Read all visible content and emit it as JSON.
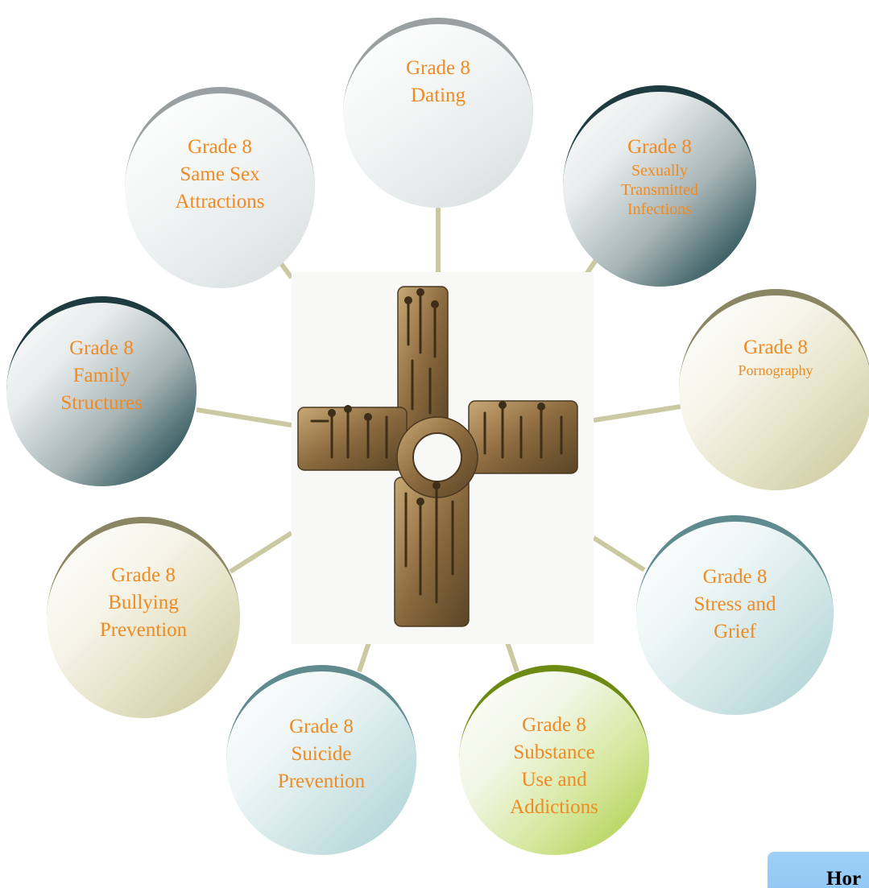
{
  "topics": [
    {
      "id": "dating",
      "grade": "Grade 8",
      "lines": [
        "Dating"
      ],
      "size": "normal",
      "style": "silver"
    },
    {
      "id": "sti",
      "grade": "Grade 8",
      "lines": [
        "Sexually",
        "Transmitted",
        "Infections"
      ],
      "size": "small",
      "style": "teal-dark"
    },
    {
      "id": "pornography",
      "grade": "Grade 8",
      "lines": [
        "Pornography"
      ],
      "size": "xs",
      "style": "olive"
    },
    {
      "id": "stress-grief",
      "grade": "Grade 8",
      "lines": [
        "Stress and",
        "Grief"
      ],
      "size": "normal",
      "style": "teal-light"
    },
    {
      "id": "substance-use",
      "grade": "Grade 8",
      "lines": [
        "Substance",
        "Use and",
        "Addictions"
      ],
      "size": "normal",
      "style": "green"
    },
    {
      "id": "suicide-prevention",
      "grade": "Grade 8",
      "lines": [
        "Suicide",
        "Prevention"
      ],
      "size": "normal",
      "style": "teal-light"
    },
    {
      "id": "bullying-prevention",
      "grade": "Grade 8",
      "lines": [
        "Bullying",
        "Prevention"
      ],
      "size": "normal",
      "style": "olive"
    },
    {
      "id": "family-structures",
      "grade": "Grade 8",
      "lines": [
        "Family",
        "Structures"
      ],
      "size": "normal",
      "style": "teal-dark"
    },
    {
      "id": "same-sex-attractions",
      "grade": "Grade 8",
      "lines": [
        "Same Sex",
        "Attractions"
      ],
      "size": "normal",
      "style": "silver"
    }
  ],
  "home_button": {
    "label": "Hor"
  },
  "colors": {
    "label_text": "#f08a22",
    "connector": "#cbc9a2",
    "home_button_bg": "#95caf5"
  }
}
